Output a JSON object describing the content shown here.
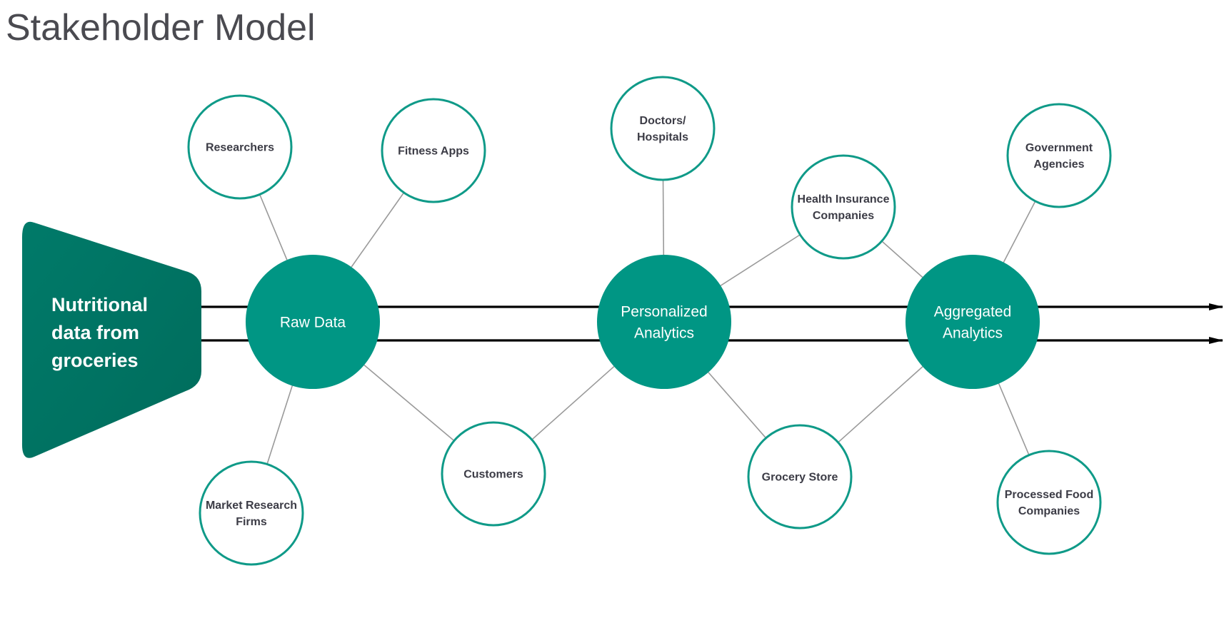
{
  "title": "Stakeholder Model",
  "source": {
    "label_lines": [
      "Nutritional",
      "data from",
      "groceries"
    ]
  },
  "hubs": [
    {
      "id": "raw-data",
      "label_lines": [
        "Raw Data"
      ]
    },
    {
      "id": "personalized-analytics",
      "label_lines": [
        "Personalized",
        "Analytics"
      ]
    },
    {
      "id": "aggregated-analytics",
      "label_lines": [
        "Aggregated",
        "Analytics"
      ]
    }
  ],
  "stakeholders": [
    {
      "id": "researchers",
      "label_lines": [
        "Researchers"
      ]
    },
    {
      "id": "fitness-apps",
      "label_lines": [
        "Fitness Apps"
      ]
    },
    {
      "id": "market-research-firms",
      "label_lines": [
        "Market Research",
        "Firms"
      ]
    },
    {
      "id": "customers",
      "label_lines": [
        "Customers"
      ]
    },
    {
      "id": "doctors-hospitals",
      "label_lines": [
        "Doctors/",
        "Hospitals"
      ]
    },
    {
      "id": "health-insurance-companies",
      "label_lines": [
        "Health Insurance",
        "Companies"
      ]
    },
    {
      "id": "grocery-store",
      "label_lines": [
        "Grocery Store"
      ]
    },
    {
      "id": "government-agencies",
      "label_lines": [
        "Government",
        "Agencies"
      ]
    },
    {
      "id": "processed-food-companies",
      "label_lines": [
        "Processed Food",
        "Companies"
      ]
    }
  ],
  "connections": [
    [
      "raw-data",
      "researchers"
    ],
    [
      "raw-data",
      "fitness-apps"
    ],
    [
      "raw-data",
      "market-research-firms"
    ],
    [
      "raw-data",
      "customers"
    ],
    [
      "personalized-analytics",
      "customers"
    ],
    [
      "personalized-analytics",
      "doctors-hospitals"
    ],
    [
      "personalized-analytics",
      "health-insurance-companies"
    ],
    [
      "personalized-analytics",
      "grocery-store"
    ],
    [
      "aggregated-analytics",
      "health-insurance-companies"
    ],
    [
      "aggregated-analytics",
      "grocery-store"
    ],
    [
      "aggregated-analytics",
      "government-agencies"
    ],
    [
      "aggregated-analytics",
      "processed-food-companies"
    ]
  ],
  "colors": {
    "teal": "#009684",
    "teal_dark": "#007565",
    "stroke": "#0f9a88",
    "connector": "#9a9a9a",
    "arrow": "#000000",
    "text_dark": "#3c3c46",
    "text_light": "#ffffff"
  }
}
